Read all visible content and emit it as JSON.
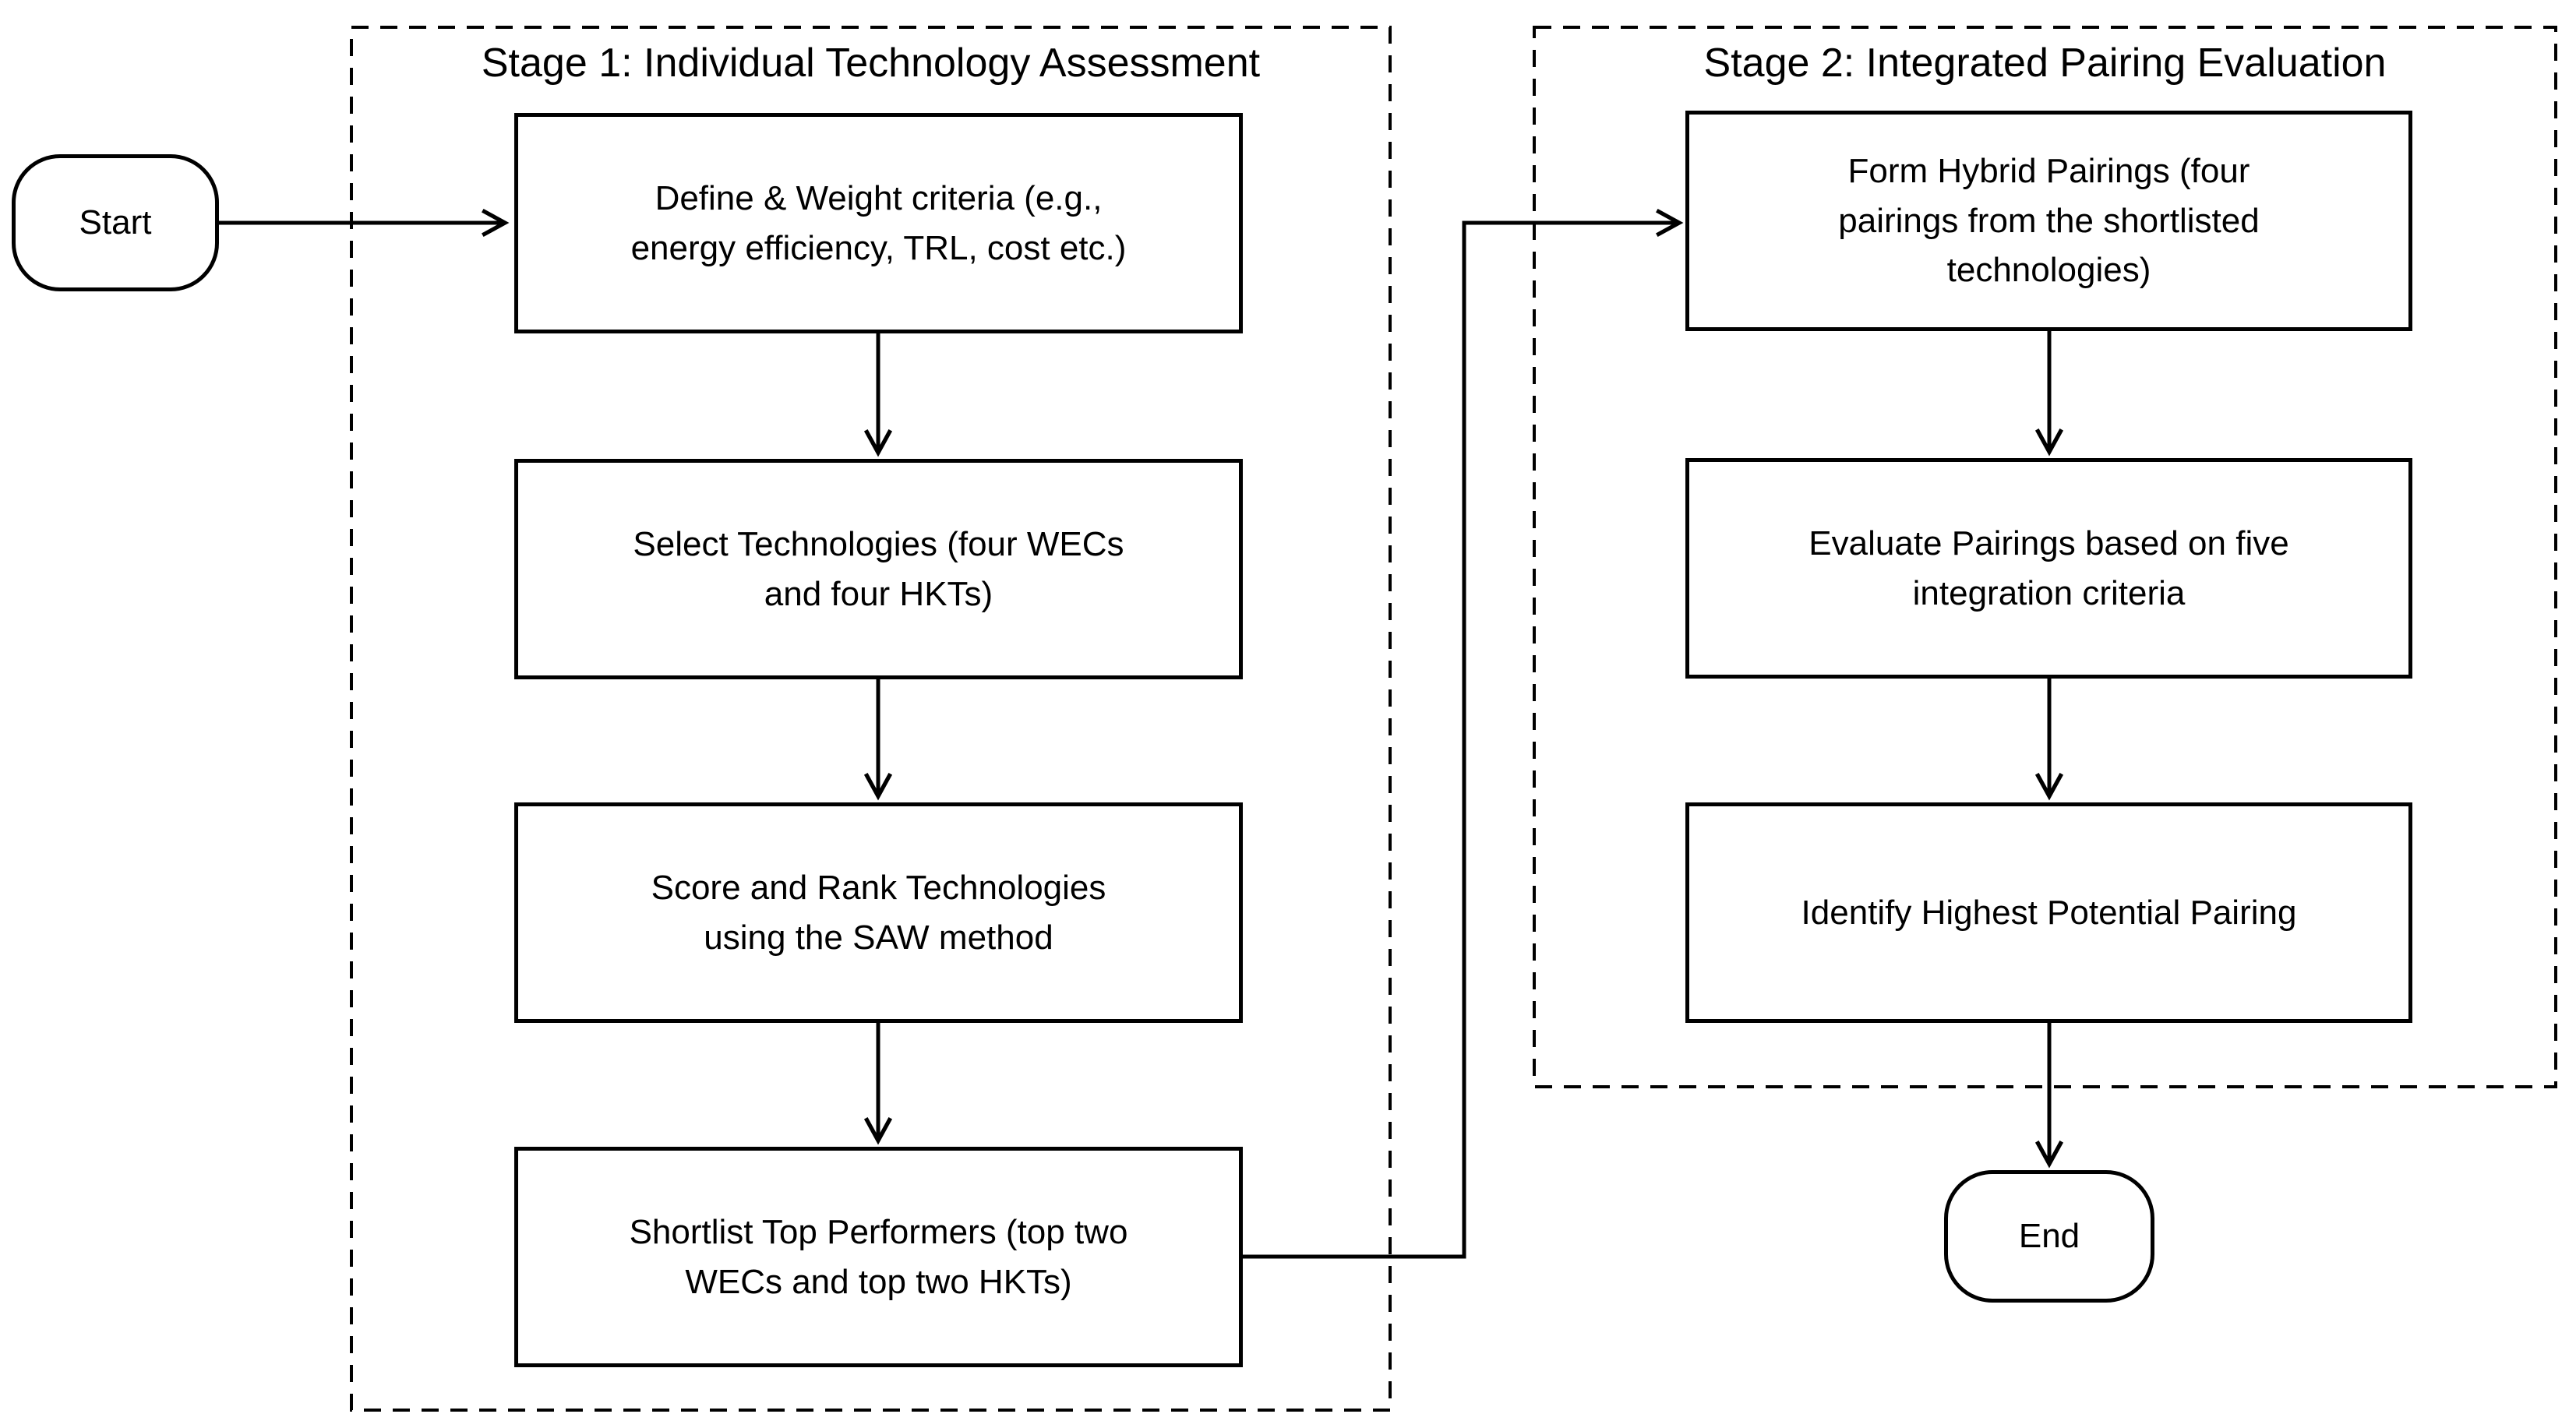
{
  "flowchart": {
    "colors": {
      "line": "#000000",
      "node_border": "#000000",
      "node_fill": "#FFFFFF",
      "background": "#FFFFFF"
    },
    "start": {
      "label": "Start"
    },
    "end": {
      "label": "End"
    },
    "stage1": {
      "title": "Stage 1: Individual Technology Assessment",
      "steps": [
        {
          "label": "Define & Weight criteria (e.g.,\nenergy efficiency, TRL, cost etc.)"
        },
        {
          "label": "Select Technologies (four WECs\nand four HKTs)"
        },
        {
          "label": "Score and Rank Technologies\nusing the SAW method"
        },
        {
          "label": "Shortlist Top Performers (top two\nWECs and top two HKTs)"
        }
      ]
    },
    "stage2": {
      "title": "Stage 2: Integrated Pairing Evaluation",
      "steps": [
        {
          "label": "Form Hybrid Pairings (four\npairings from the shortlisted\ntechnologies)"
        },
        {
          "label": "Evaluate Pairings based on five\nintegration criteria"
        },
        {
          "label": "Identify Highest Potential Pairing"
        }
      ]
    }
  }
}
